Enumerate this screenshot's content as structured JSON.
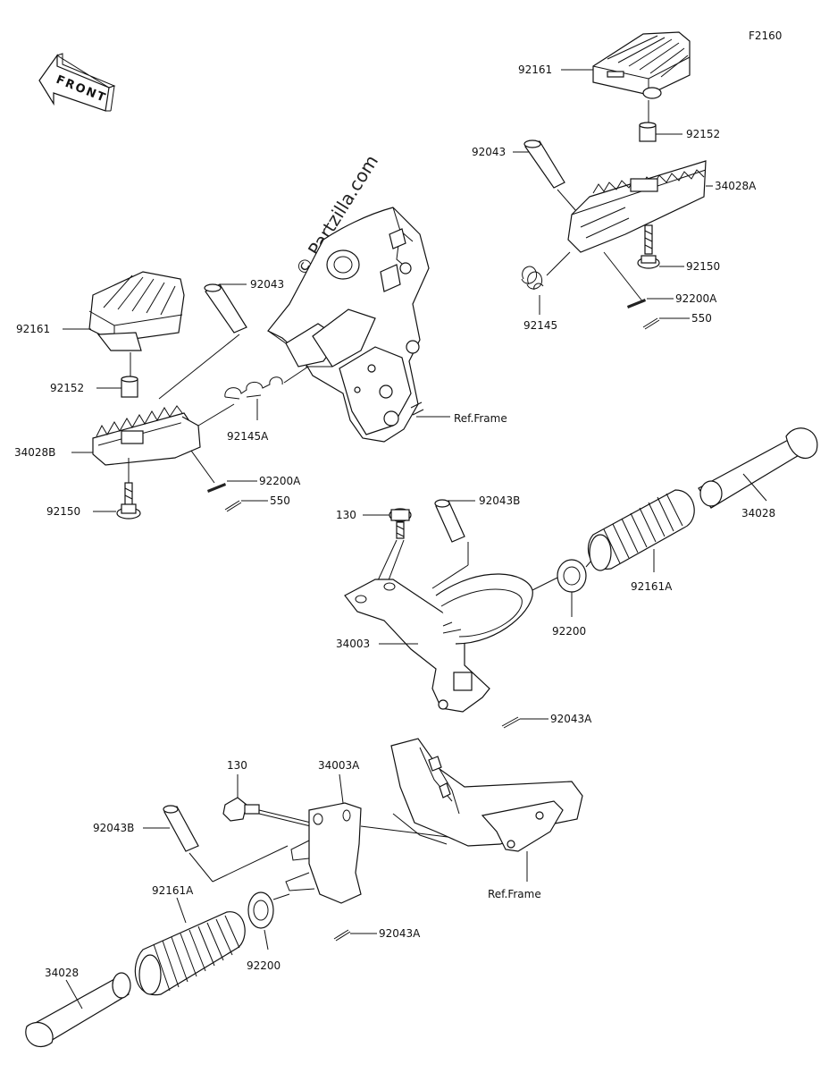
{
  "diagram_code": "F2160",
  "front_label": "FRONT",
  "watermark": "© Partzilla.com",
  "callouts": {
    "tr_footrest_rubber": "92161",
    "tr_collar": "92152",
    "tr_pin": "92043",
    "tr_footrest": "34028A",
    "tr_bolt": "92150",
    "tr_washer": "92200A",
    "tr_cotter": "550",
    "tr_spring": "92145",
    "l_pin": "92043",
    "l_footrest_rubber": "92161",
    "l_collar": "92152",
    "l_spring": "92145A",
    "l_footrest": "34028B",
    "l_washer": "92200A",
    "l_bolt": "92150",
    "l_cotter": "550",
    "ref_frame_top": "Ref.Frame",
    "m_bolt": "130",
    "m_pin": "92043B",
    "m_peg": "34028",
    "m_grip": "92161A",
    "m_washer": "92200",
    "m_bracket": "34003",
    "m_cotter": "92043A",
    "b_bolt": "130",
    "b_bracket": "34003A",
    "b_pin": "92043B",
    "b_grip": "92161A",
    "b_ref_frame": "Ref.Frame",
    "b_cotter": "92043A",
    "b_peg": "34028",
    "b_washer": "92200"
  }
}
